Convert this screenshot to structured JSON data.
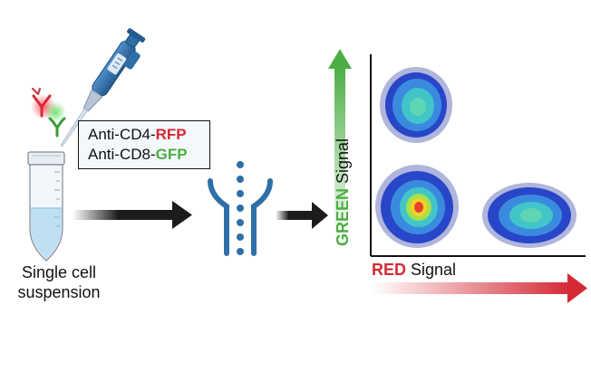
{
  "tube": {
    "label_line1": "Single cell",
    "label_line2": "suspension"
  },
  "antibodies": {
    "cd4_prefix": "Anti-CD4-",
    "cd4_fluor": "RFP",
    "cd8_prefix": "Anti-CD8-",
    "cd8_fluor": "GFP"
  },
  "plot": {
    "x_label_color_word": "RED",
    "x_label_rest": " Signal",
    "y_label_color_word": "GREEN",
    "y_label_rest": " Signal"
  },
  "colors": {
    "red": "#d42a35",
    "green": "#4cae45",
    "arrow": "#1c1c1c",
    "tube_liquid": "#bfe0f2",
    "pipette_blue": "#2f6fa8",
    "flow_blue": "#2f6fa8"
  },
  "icons": [
    "pipette-icon",
    "antibody-red-icon",
    "antibody-green-icon",
    "tube-icon",
    "flow-cell-icon",
    "arrow-icon"
  ]
}
